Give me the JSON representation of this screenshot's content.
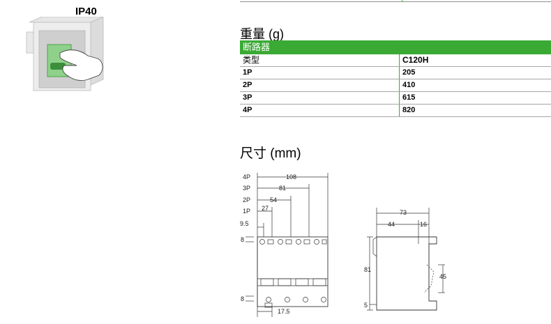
{
  "protection": {
    "label": "IP40"
  },
  "weight": {
    "title": "重量 (g)",
    "table_title": "断路器",
    "columns": [
      "类型",
      "C120H"
    ],
    "rows": [
      {
        "type": "1P",
        "value": "205"
      },
      {
        "type": "2P",
        "value": "410"
      },
      {
        "type": "3P",
        "value": "615"
      },
      {
        "type": "4P",
        "value": "820"
      }
    ]
  },
  "dimensions": {
    "title": "尺寸 (mm)",
    "front": {
      "pole_labels": [
        "4P",
        "3P",
        "2P",
        "1P"
      ],
      "widths": [
        "108",
        "81",
        "54",
        "27"
      ],
      "offset": "9.5",
      "top_margin": "8",
      "bottom_margin": "8",
      "bottom_spacing": "17.5"
    },
    "side": {
      "depth": "73",
      "depth_front": "44",
      "depth_rear": "16",
      "height": "81",
      "rail_height": "45",
      "base": "5"
    }
  }
}
